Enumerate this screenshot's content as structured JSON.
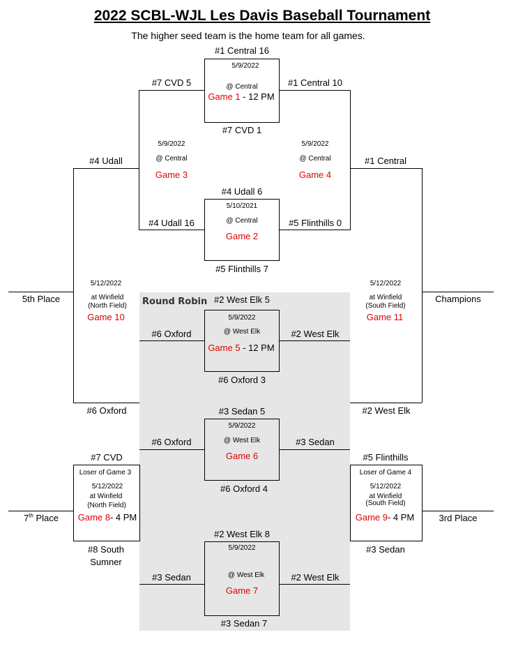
{
  "title": "2022 SCBL-WJL Les Davis Baseball Tournament",
  "subtitle": "The higher seed team is the home team for all games.",
  "round_robin_label": "Round Robin",
  "places": {
    "fifth": "5th Place",
    "champions": "Champions",
    "seventh_num": "7",
    "seventh_suffix": "th",
    "seventh_word": " Place",
    "third": "3rd Place"
  },
  "game1": {
    "top_team": "#1 Central 16",
    "bottom_team": "#7 CVD 1",
    "left_team": "#7 CVD 5",
    "right_team": "#1 Central 10",
    "date": "5/9/2022",
    "venue": "@ Central",
    "game_label": "Game 1",
    "time": " - 12 PM"
  },
  "game2": {
    "top_team": "#4 Udall 6",
    "bottom_team": "#5 Flinthills 7",
    "left_team": "#4 Udall 16",
    "right_team": "#5 Flinthills 0",
    "date": "5/10/2021",
    "venue": "@ Central",
    "game_label": "Game 2"
  },
  "game3": {
    "date": "5/9/2022",
    "venue": "@ Central",
    "game_label": "Game 3",
    "left_team": "#4 Udall"
  },
  "game4": {
    "date": "5/9/2022",
    "venue": "@ Central",
    "game_label": "Game 4",
    "right_team": "#1 Central"
  },
  "game5": {
    "top_team": "#2 West Elk 5",
    "bottom_team": "#6 Oxford 3",
    "left_team": "#6 Oxford",
    "right_team": "#2 West Elk",
    "date": "5/9/2022",
    "venue": "@ West Elk",
    "game_label": "Game 5",
    "time": " - 12 PM"
  },
  "game6": {
    "top_team": "#3 Sedan 5",
    "bottom_team": "#6 Oxford 4",
    "left_team": "#6 Oxford",
    "right_team": "#3 Sedan",
    "date": "5/9/2022",
    "venue": "@ West Elk",
    "game_label": "Game 6"
  },
  "game7": {
    "top_team": "#2 West Elk 8",
    "bottom_team": "#3 Sedan 7",
    "left_team": "#3 Sedan",
    "right_team": "#2 West Elk",
    "date": "5/9/2022",
    "venue": "@ West Elk",
    "game_label": "Game 7"
  },
  "game10": {
    "date": "5/12/2022",
    "venue": "at Winfield",
    "field": "(North Field)",
    "game_label": "Game 10",
    "bottom_team": "#6 Oxford"
  },
  "game11": {
    "date": "5/12/2022",
    "venue": "at Winfield",
    "field": "(South Field)",
    "game_label": "Game 11",
    "bottom_team": "#2 West Elk"
  },
  "game8": {
    "top_team": "#7 CVD",
    "loser_note": "Loser of Game 3",
    "date": "5/12/2022",
    "venue": "at Winfield",
    "field": "(North Field)",
    "game_label": "Game 8",
    "time": "- 4 PM",
    "bottom_team_line1": "#8 South",
    "bottom_team_line2": "Sumner"
  },
  "game9": {
    "top_team": "#5 Flinthills",
    "loser_note": "Loser of Game 4",
    "date": "5/12/2022",
    "venue": "at Winfield",
    "field": "(South Field)",
    "game_label": "Game 9",
    "time": "- 4 PM",
    "bottom_team": "#3 Sedan"
  }
}
